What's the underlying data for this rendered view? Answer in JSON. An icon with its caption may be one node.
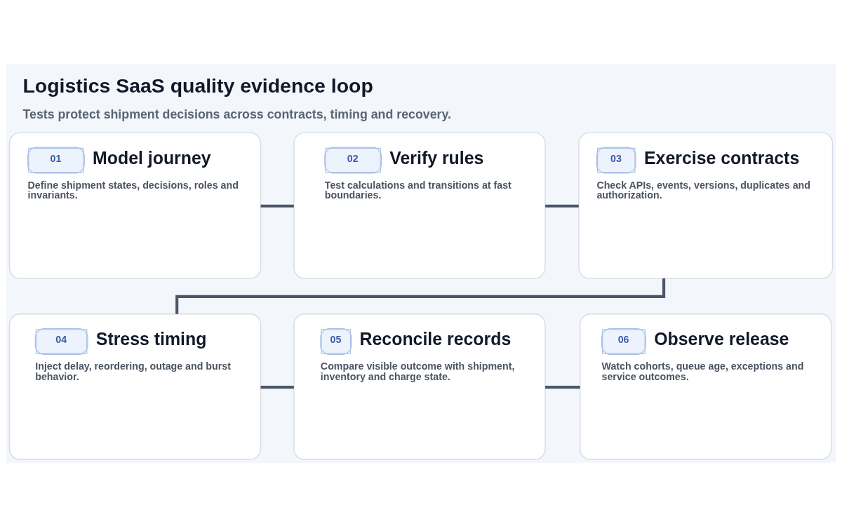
{
  "diagram": {
    "title": "Logistics SaaS quality evidence loop",
    "caption": "Tests protect shipment decisions across contracts, timing and recovery.",
    "nodes": [
      {
        "text": [
          "01",
          "Model journey",
          "Define shipment states, decisions, roles and invariants."
        ]
      },
      {
        "text": [
          "02",
          "Verify rules",
          "Test calculations and transitions at fast boundaries."
        ]
      },
      {
        "text": [
          "03",
          "Exercise contracts",
          "Check APIs, events, versions, duplicates and authorization."
        ]
      },
      {
        "text": [
          "04",
          "Stress timing",
          "Inject delay, reordering, outage and burst behavior."
        ]
      },
      {
        "text": [
          "05",
          "Reconcile records",
          "Compare visible outcome with shipment, inventory and charge state."
        ]
      },
      {
        "text": [
          "06",
          "Observe release",
          "Watch cohorts, queue age, exceptions and service outcomes."
        ]
      }
    ],
    "edges": [
      {
        "from": 0,
        "to": 1,
        "arrow": "none"
      },
      {
        "from": 1,
        "to": 2,
        "arrow": "none"
      },
      {
        "from": 2,
        "to": 3,
        "arrow": "none"
      },
      {
        "from": 3,
        "to": 4,
        "arrow": "none"
      },
      {
        "from": 4,
        "to": 5,
        "arrow": "none"
      }
    ]
  }
}
